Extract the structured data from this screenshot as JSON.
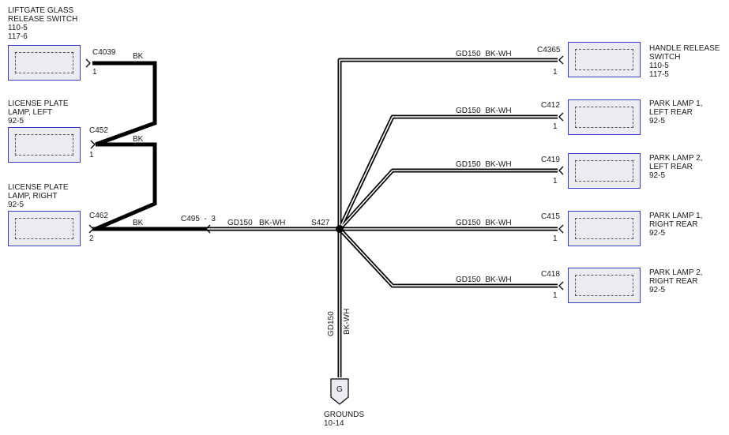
{
  "components": {
    "liftgate_glass": {
      "name": "LIFTGATE GLASS\nRELEASE SWITCH\n110-5\n117-6",
      "connector": "C4039",
      "pin": "1"
    },
    "license_left": {
      "name": "LICENSE PLATE\nLAMP, LEFT\n92-5",
      "connector": "C452",
      "pin": "1"
    },
    "license_right": {
      "name": "LICENSE PLATE\nLAMP, RIGHT\n92-5",
      "connector": "C462",
      "pin": "2"
    },
    "handle_release": {
      "name": "HANDLE RELEASE\nSWITCH\n110-5\n117-5",
      "connector": "C4365",
      "pin": "1"
    },
    "park_lamp_1_left": {
      "name": "PARK LAMP 1,\nLEFT REAR\n92-5",
      "connector": "C412",
      "pin": "1"
    },
    "park_lamp_2_left": {
      "name": "PARK LAMP 2,\nLEFT REAR\n92-5",
      "connector": "C419",
      "pin": "1"
    },
    "park_lamp_1_right": {
      "name": "PARK LAMP 1,\nRIGHT REAR\n92-5",
      "connector": "C415",
      "pin": "1"
    },
    "park_lamp_2_right": {
      "name": "PARK LAMP 2,\nRIGHT REAR\n92-5",
      "connector": "C418",
      "pin": "1"
    }
  },
  "wires": {
    "bk": "BK",
    "circuit": "GD150",
    "color": "BK-WH"
  },
  "inline_connector": {
    "id": "C495",
    "separator": "-",
    "pin": "3"
  },
  "splice": "S427",
  "ground": {
    "symbol": "G",
    "label": "GROUNDS\n10-14"
  },
  "colors": {
    "component_border": "#3a3acc",
    "component_fill": "#ececf0",
    "wire": "#000000"
  }
}
